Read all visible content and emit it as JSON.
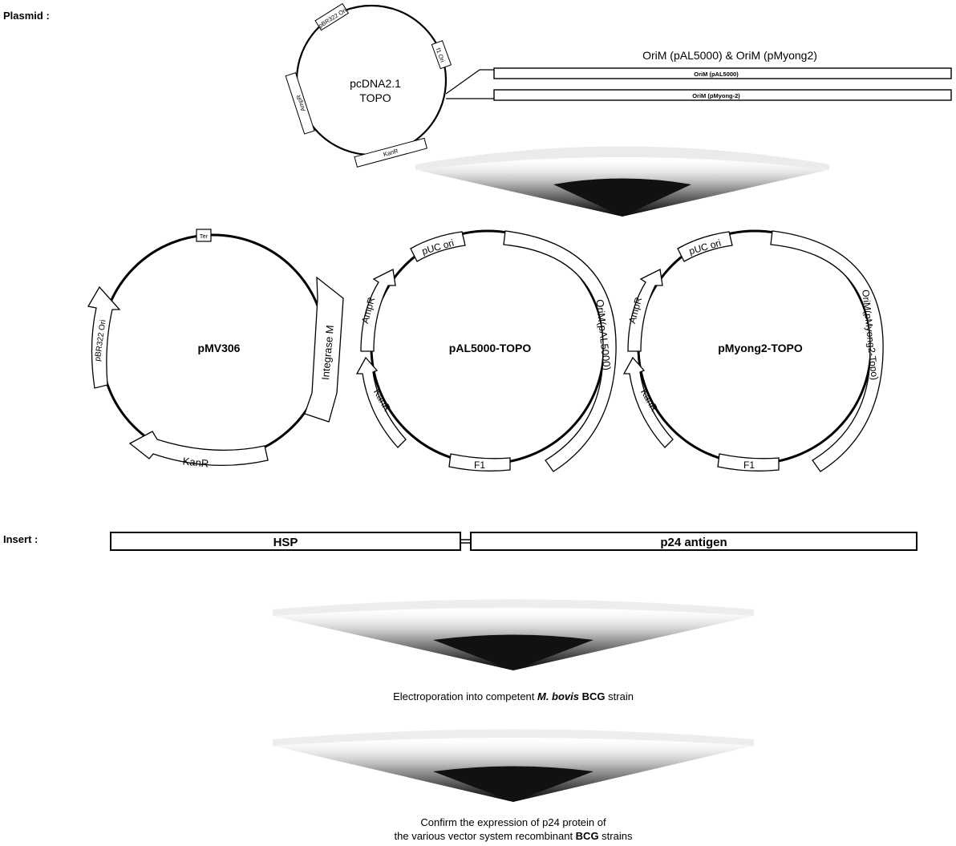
{
  "plasmid_label": "Plasmid :",
  "insert_label": "Insert :",
  "source_plasmid": {
    "name_line1": "pcDNA2.1",
    "name_line2": "TOPO",
    "features": [
      "pBR322 Ori",
      "f1 Ori",
      "KanR",
      "AmpR"
    ]
  },
  "orim": {
    "title": "OriM (pAL5000) & OriM (pMyong2)",
    "bar1_label": "OriM (pAL5000)",
    "bar2_label": "OriM (pMyong-2)"
  },
  "plasmids": [
    {
      "name": "pMV306",
      "features": [
        "Ter",
        "Integrase M",
        "KanR",
        "pBR322 Ori"
      ]
    },
    {
      "name": "pAL5000-TOPO",
      "features": [
        "pUC ori",
        "OriM(pAL5000)",
        "F1",
        "KanR",
        "AmpR"
      ]
    },
    {
      "name": "pMyong2-TOPO",
      "features": [
        "pUC ori",
        "OriM(pMyong2-Topo)",
        "F1",
        "KanR",
        "AmpR"
      ]
    }
  ],
  "insert": {
    "segment1": "HSP",
    "segment2": "p24 antigen"
  },
  "steps": {
    "step1_pre": "Electroporation into competent ",
    "step1_species": "M. bovis",
    "step1_strain": "BCG",
    "step1_post": " strain",
    "step2_line1": "Confirm the expression of p24 protein of",
    "step2_line2_pre": "the various vector system recombinant ",
    "step2_line2_bold": "BCG",
    "step2_line2_post": " strains"
  }
}
